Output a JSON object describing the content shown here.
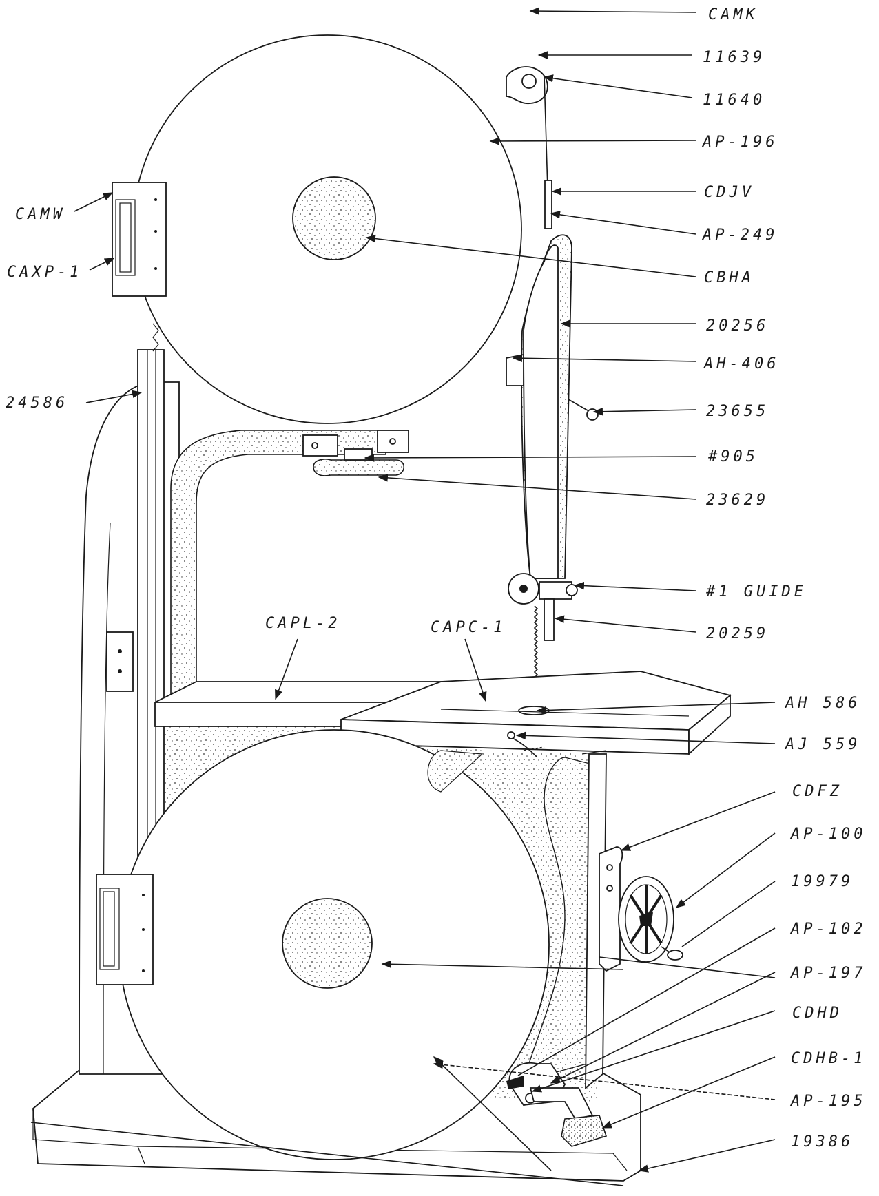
{
  "diagram": {
    "type": "parts-diagram",
    "subject": "band saw",
    "callouts": [
      {
        "id": "camk",
        "text": "CAMK"
      },
      {
        "id": "p11639",
        "text": "11639"
      },
      {
        "id": "p11640",
        "text": "11640"
      },
      {
        "id": "ap196",
        "text": "AP-196"
      },
      {
        "id": "cdjv",
        "text": "CDJV"
      },
      {
        "id": "ap249",
        "text": "AP-249"
      },
      {
        "id": "cbha",
        "text": "CBHA"
      },
      {
        "id": "p20256",
        "text": "20256"
      },
      {
        "id": "ah406",
        "text": "AH-406"
      },
      {
        "id": "p23655",
        "text": "23655"
      },
      {
        "id": "p905",
        "text": "#905"
      },
      {
        "id": "p23629",
        "text": "23629"
      },
      {
        "id": "guide1",
        "text": "#1 GUIDE"
      },
      {
        "id": "p20259",
        "text": "20259"
      },
      {
        "id": "ah586",
        "text": "AH 586"
      },
      {
        "id": "aj559",
        "text": "AJ 559"
      },
      {
        "id": "cdfz",
        "text": "CDFZ"
      },
      {
        "id": "ap100",
        "text": "AP-100"
      },
      {
        "id": "p19979",
        "text": "19979"
      },
      {
        "id": "ap102",
        "text": "AP-102"
      },
      {
        "id": "ap197",
        "text": "AP-197"
      },
      {
        "id": "cdhd",
        "text": "CDHD"
      },
      {
        "id": "cdhb1",
        "text": "CDHB-1"
      },
      {
        "id": "ap195",
        "text": "AP-195"
      },
      {
        "id": "p19386",
        "text": "19386"
      },
      {
        "id": "camw",
        "text": "CAMW"
      },
      {
        "id": "caxp1",
        "text": "CAXP-1"
      },
      {
        "id": "p24586",
        "text": "24586"
      },
      {
        "id": "capl2",
        "text": "CAPL-2"
      },
      {
        "id": "capc1",
        "text": "CAPC-1"
      }
    ]
  }
}
